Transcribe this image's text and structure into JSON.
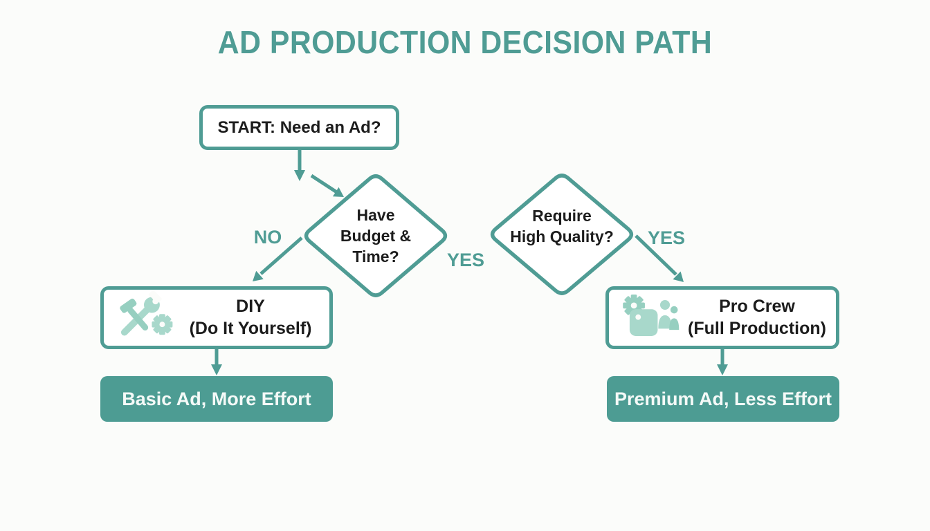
{
  "page": {
    "title": "AD PRODUCTION DECISION PATH"
  },
  "colors": {
    "teal": "#4f9c94",
    "teal_fill": "#4d9c93",
    "mint": "#a8d8cb",
    "mint2": "#96cfc0",
    "page_bg": "#fbfcfa",
    "text_dark": "#1c1c1c",
    "text_light": "#f5faf8"
  },
  "nodes": {
    "start": {
      "label": "START: Need an Ad?"
    },
    "decision_budget_time": {
      "label": "Have\nBudget &\nTime?"
    },
    "decision_high_quality": {
      "label": "Require\nHigh Quality?"
    },
    "diy": {
      "title": "DIY",
      "subtitle": "(Do It Yourself)",
      "icon": "tools-icon"
    },
    "pro_crew": {
      "title": "Pro Crew",
      "subtitle": "(Full Production)",
      "icon": "crew-camera-icon"
    },
    "outcome_basic": {
      "label": "Basic Ad, More Effort"
    },
    "outcome_premium": {
      "label": "Premium Ad, Less Effort"
    }
  },
  "edges": {
    "no_label": "NO",
    "yes_mid_label": "YES",
    "yes_right_label": "YES"
  }
}
